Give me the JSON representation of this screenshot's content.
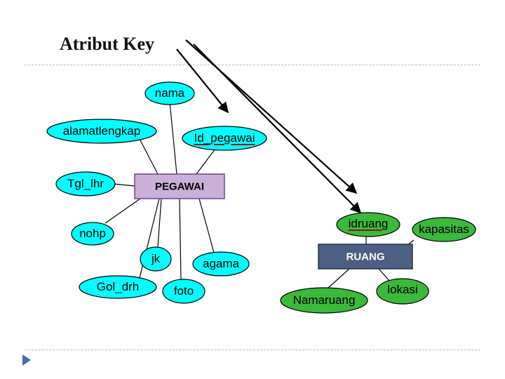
{
  "title": "Atribut Key",
  "pegawai": {
    "entity": "PEGAWAI",
    "attributes": {
      "nama": "nama",
      "alamat": "alamatlengkap",
      "id_pegawai": "Id_pegawai",
      "tgl_lhr": "Tgl_lhr",
      "nohp": "nohp",
      "jk": "jk",
      "agama": "agama",
      "gol_drh": "Gol_drh",
      "foto": "foto"
    }
  },
  "ruang": {
    "entity": "RUANG",
    "attributes": {
      "idruang": "idruang",
      "kapasitas": "kapasitas",
      "namaruang": "Namaruang",
      "lokasi": "lokasi"
    }
  },
  "colors": {
    "pegawai_attr_fill": "#00ffff",
    "pegawai_entity_fill": "#c8b0d8",
    "ruang_attr_fill": "#3cb83c",
    "ruang_entity_fill": "#4d5f82",
    "key_underline": "#8b1a1a",
    "bullet": "#4a6fa5"
  }
}
